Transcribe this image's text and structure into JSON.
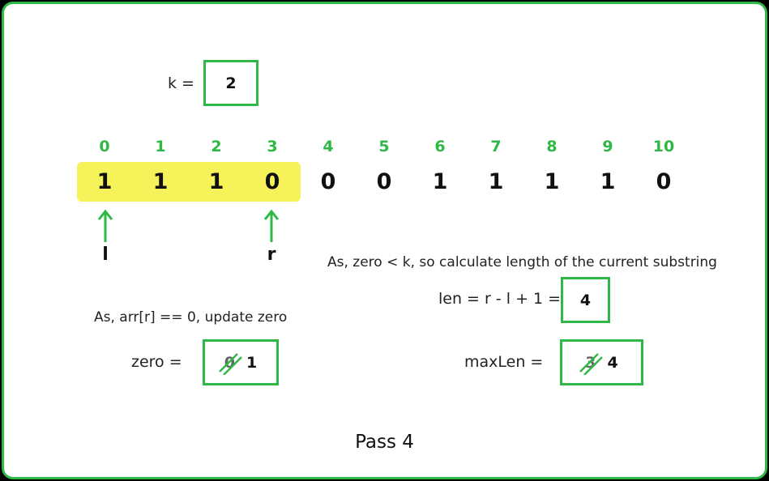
{
  "k": {
    "label": "k =",
    "value": "2"
  },
  "indices": [
    "0",
    "1",
    "2",
    "3",
    "4",
    "5",
    "6",
    "7",
    "8",
    "9",
    "10"
  ],
  "values": [
    "1",
    "1",
    "1",
    "0",
    "0",
    "0",
    "1",
    "1",
    "1",
    "1",
    "0"
  ],
  "pointers": {
    "l": "l",
    "r": "r"
  },
  "zero_note": "As, arr[r] == 0, update zero",
  "zero": {
    "label": "zero  =",
    "old": "0",
    "new": "1"
  },
  "len_note": "As, zero < k, so calculate length of the current substring",
  "len": {
    "label": "len = r - l + 1 =",
    "value": "4"
  },
  "maxlen": {
    "label": "maxLen =",
    "old": "3",
    "new": "4"
  },
  "pass": "Pass 4",
  "colors": {
    "accent": "#2fb845",
    "highlight": "#f5f25a"
  }
}
